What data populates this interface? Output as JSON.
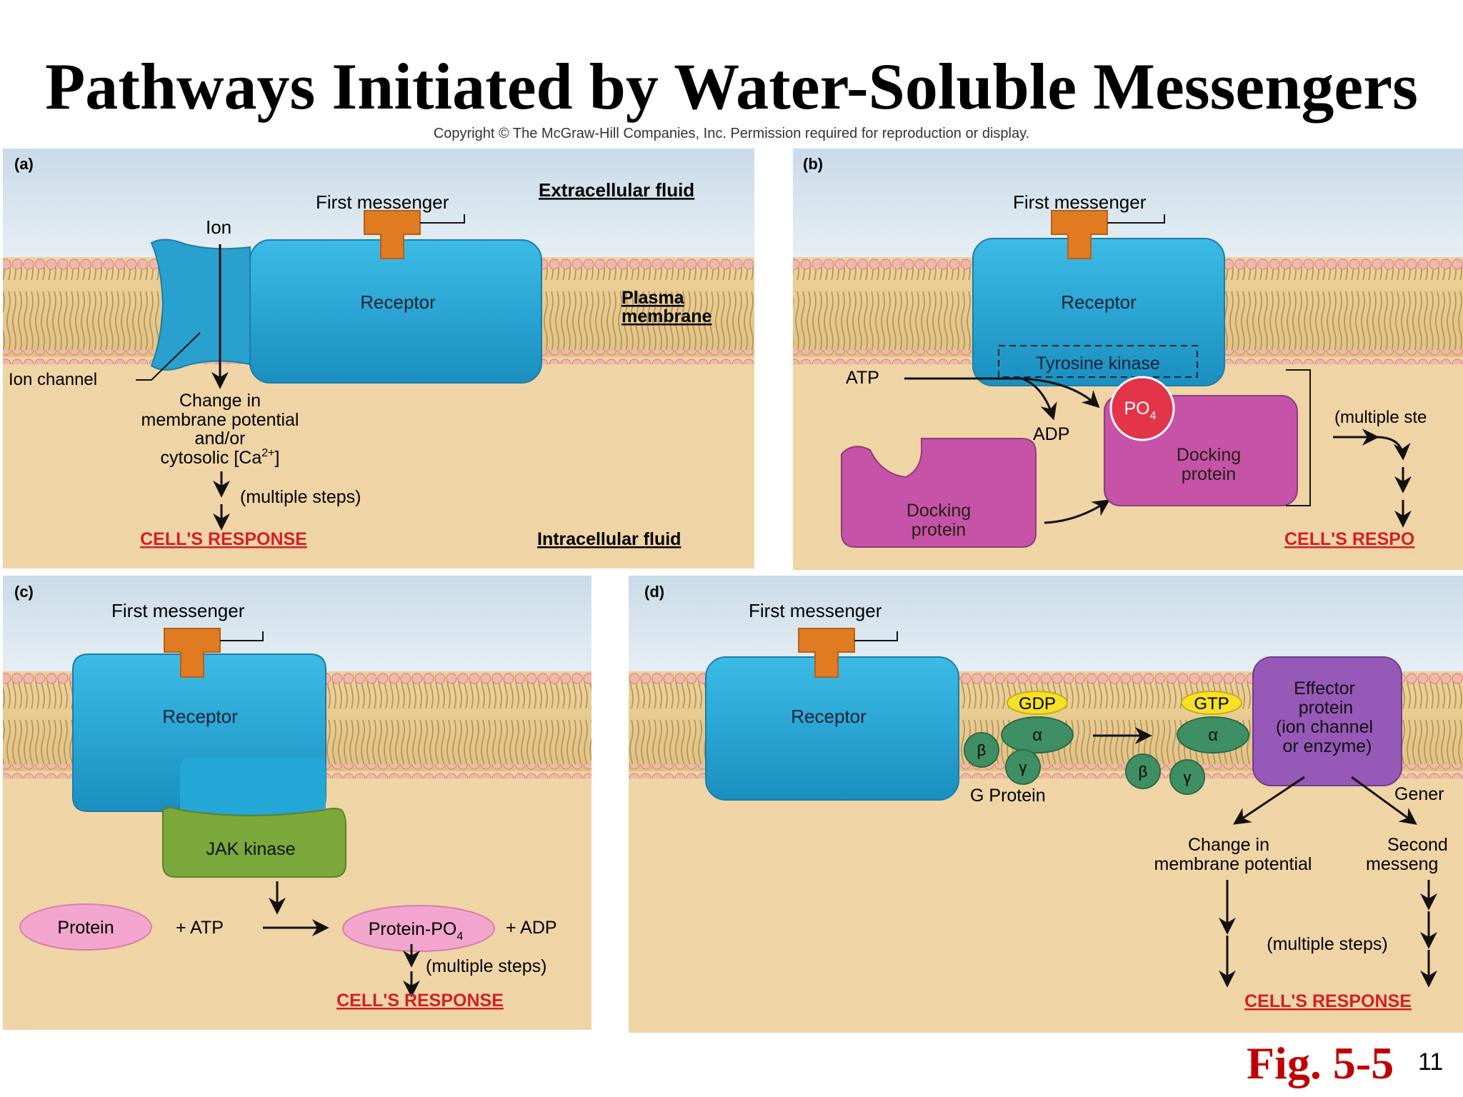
{
  "title": "Pathways Initiated by Water-Soluble Messengers",
  "copyright": "Copyright © The McGraw-Hill Companies, Inc. Permission required for reproduction or display.",
  "figure_label": "Fig. 5-5",
  "slide_number": "11",
  "colors": {
    "receptor": "#23a7d6",
    "messenger": "#e07b22",
    "docking": "#c653a8",
    "po4": "#e4344a",
    "jak": "#7aa83a",
    "g_protein": "#3f8f64",
    "nucleotide": "#f6e02a",
    "effector": "#9659b8",
    "protein_pink": "#f2a6cd",
    "response_red": "#d0202a"
  },
  "panel_a": {
    "label": "(a)",
    "first_messenger": "First messenger",
    "extracellular": "Extracellular fluid",
    "ion": "Ion",
    "receptor": "Receptor",
    "plasma_membrane_1": "Plasma",
    "plasma_membrane_2": "membrane",
    "ion_channel": "Ion channel",
    "change_1": "Change in",
    "change_2": "membrane potential",
    "change_3": "and/or",
    "change_4": "cytosolic [Ca",
    "change_4_sup": "2+",
    "change_4_end": "]",
    "steps": "(multiple steps)",
    "response": "CELL'S RESPONSE",
    "intracellular": "Intracellular fluid"
  },
  "panel_b": {
    "label": "(b)",
    "first_messenger": "First messenger",
    "receptor": "Receptor",
    "tyrosine_kinase": "Tyrosine kinase",
    "atp": "ATP",
    "adp": "ADP",
    "po4": "PO",
    "po4_sub": "4",
    "docking_1": "Docking",
    "docking_2": "protein",
    "steps": "(multiple ste",
    "response": "CELL'S RESPO"
  },
  "panel_c": {
    "label": "(c)",
    "first_messenger": "First messenger",
    "receptor": "Receptor",
    "jak": "JAK kinase",
    "protein": "Protein",
    "plus_atp": "+ ATP",
    "protein_po4": "Protein-PO",
    "protein_po4_sub": "4",
    "plus_adp": "+ ADP",
    "steps": "(multiple steps)",
    "response": "CELL'S RESPONSE"
  },
  "panel_d": {
    "label": "(d)",
    "first_messenger": "First messenger",
    "receptor": "Receptor",
    "gdp": "GDP",
    "gtp": "GTP",
    "alpha": "α",
    "beta": "β",
    "gamma": "γ",
    "g_protein": "G Protein",
    "effector_1": "Effector",
    "effector_2": "protein",
    "effector_3": "(ion channel",
    "effector_4": "or enzyme)",
    "gener": "Gener",
    "change_1": "Change in",
    "change_2": "membrane potential",
    "second_1": "Second",
    "second_2": "messeng",
    "steps": "(multiple steps)",
    "response": "CELL'S RESPONSE"
  }
}
